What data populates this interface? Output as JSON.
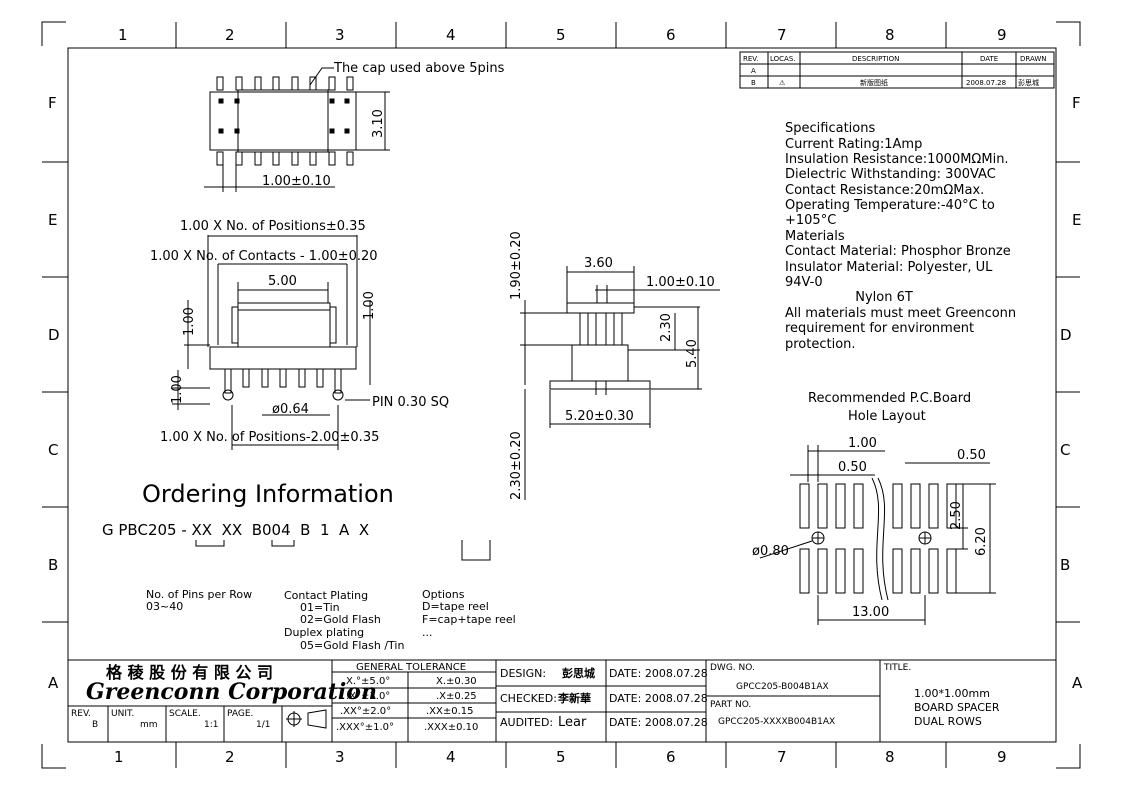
{
  "border": {
    "columns": [
      "1",
      "2",
      "3",
      "4",
      "5",
      "6",
      "7",
      "8",
      "9"
    ],
    "rows": [
      "F",
      "E",
      "D",
      "C",
      "B",
      "A"
    ]
  },
  "revision_table": {
    "headers": [
      "REV.",
      "LOCAS.",
      "DESCRIPTION",
      "DATE",
      "DRAWN"
    ],
    "rows": [
      {
        "rev": "A",
        "locas": "",
        "description": "",
        "date": "",
        "drawn": ""
      },
      {
        "rev": "B",
        "locas": "⚠",
        "description": "新版图纸",
        "date": "2008.07.28",
        "drawn": "彭思城"
      }
    ]
  },
  "top_view": {
    "cap_note": "The cap used above 5pins",
    "dim_height": "3.10",
    "dim_pitch": "1.00±0.10"
  },
  "front_view": {
    "dim_positions": "1.00 X No. of Positions±0.35",
    "dim_contacts": "1.00 X No. of Contacts - 1.00±0.20",
    "dim_width": "5.00",
    "dim_left_h": "1.00",
    "dim_right_h": "1.00",
    "dim_tail": "1.00",
    "dim_pin_dia": "ø0.64",
    "pin_note": "PIN 0.30 SQ",
    "dim_bottom": "1.00 X No. of Positions-2.00±0.35"
  },
  "side_view": {
    "dim_top_tol": "1.90±0.20",
    "dim_top_w": "3.60",
    "dim_pitch": "1.00±0.10",
    "dim_mid": "2.30",
    "dim_total": "5.40",
    "dim_base": "5.20±0.30",
    "dim_bottom_tol": "2.30±0.20"
  },
  "specifications": {
    "lines": [
      "Specifications",
      "Current Rating:1Amp",
      "Insulation Resistance:1000MΩMin.",
      "Dielectric Withstanding:  300VAC",
      "Contact Resistance:20mΩMax.",
      "Operating Temperature:-40°C to",
      "+105°C",
      "Materials",
      "Contact Material: Phosphor Bronze",
      "Insulator Material: Polyester, UL",
      "94V-0",
      "                 Nylon 6T",
      "All materials must meet Greenconn",
      "requirement for environment",
      "protection."
    ]
  },
  "pcb_layout": {
    "title_1": "Recommended P.C.Board",
    "title_2": "Hole Layout",
    "dim_pitch": "1.00",
    "dim_pad": "0.50",
    "dim_pad_r": "0.50",
    "dim_hole": "ø0.80",
    "dim_gap": "2.50",
    "dim_height": "6.20",
    "dim_width": "13.00"
  },
  "ordering": {
    "title": "Ordering Information",
    "code": "G PBC205 - XX  XX  B004  B  1  A  X",
    "pins_label": "No. of Pins per Row",
    "pins_range": "03~40",
    "plating_label": "Contact Plating",
    "plating_1": "01=Tin",
    "plating_2": "02=Gold Flash",
    "duplex_label": "Duplex plating",
    "duplex_1": "05=Gold Flash  /Tin",
    "options_label": "Options",
    "options_1": "D=tape reel",
    "options_2": "F=cap+tape reel",
    "options_3": "..."
  },
  "title_block": {
    "company_cn": "格 稜 股 份 有 限 公 司",
    "company_en": "Greenconn Corporation",
    "tol_title": "GENERAL TOLERANCE",
    "tol_rows": [
      [
        "X.°±5.0°",
        "X.±0.30"
      ],
      [
        ".X°±3.0°",
        ".X±0.25"
      ],
      [
        ".XX°±2.0°",
        ".XX±0.15"
      ],
      [
        ".XXX°±1.0°",
        ".XXX±0.10"
      ]
    ],
    "rev_label": "REV.",
    "rev_value": "B",
    "unit_label": "UNIT.",
    "unit_value": "mm",
    "scale_label": "SCALE.",
    "scale_value": "1:1",
    "page_label": "PAGE.",
    "page_value": "1/1",
    "design_label": "DESIGN:",
    "design_name": "彭思城",
    "check_label": "CHECKED:",
    "check_name": "李新華",
    "audit_label": "AUDITED:",
    "audit_name": "Lear",
    "date_1": "DATE: 2008.07.28",
    "date_2": "DATE: 2008.07.28",
    "date_3": "DATE: 2008.07.28",
    "dwg_label": "DWG. NO.",
    "dwg_value": "GPCC205-B004B1AX",
    "part_label": "PART NO.",
    "part_value": "GPCC205-XXXXB004B1AX",
    "title_label": "TITLE.",
    "title_1": "1.00*1.00mm",
    "title_2": "BOARD SPACER",
    "title_3": "DUAL ROWS"
  }
}
